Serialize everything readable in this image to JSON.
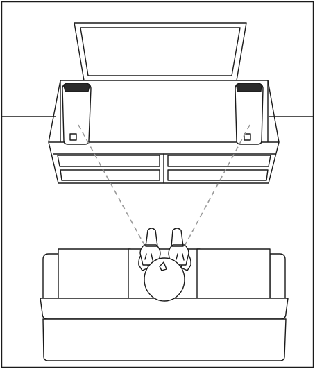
{
  "diagram": {
    "description_items": [
      "room-frame",
      "tv",
      "tv-console",
      "left-speaker",
      "right-speaker",
      "sofa",
      "listener"
    ],
    "colors": {
      "line": "#1a1a1a",
      "fill": "#ffffff",
      "speaker_dark": "#2b2b2b",
      "sound_path": "#9a9a9a"
    }
  }
}
